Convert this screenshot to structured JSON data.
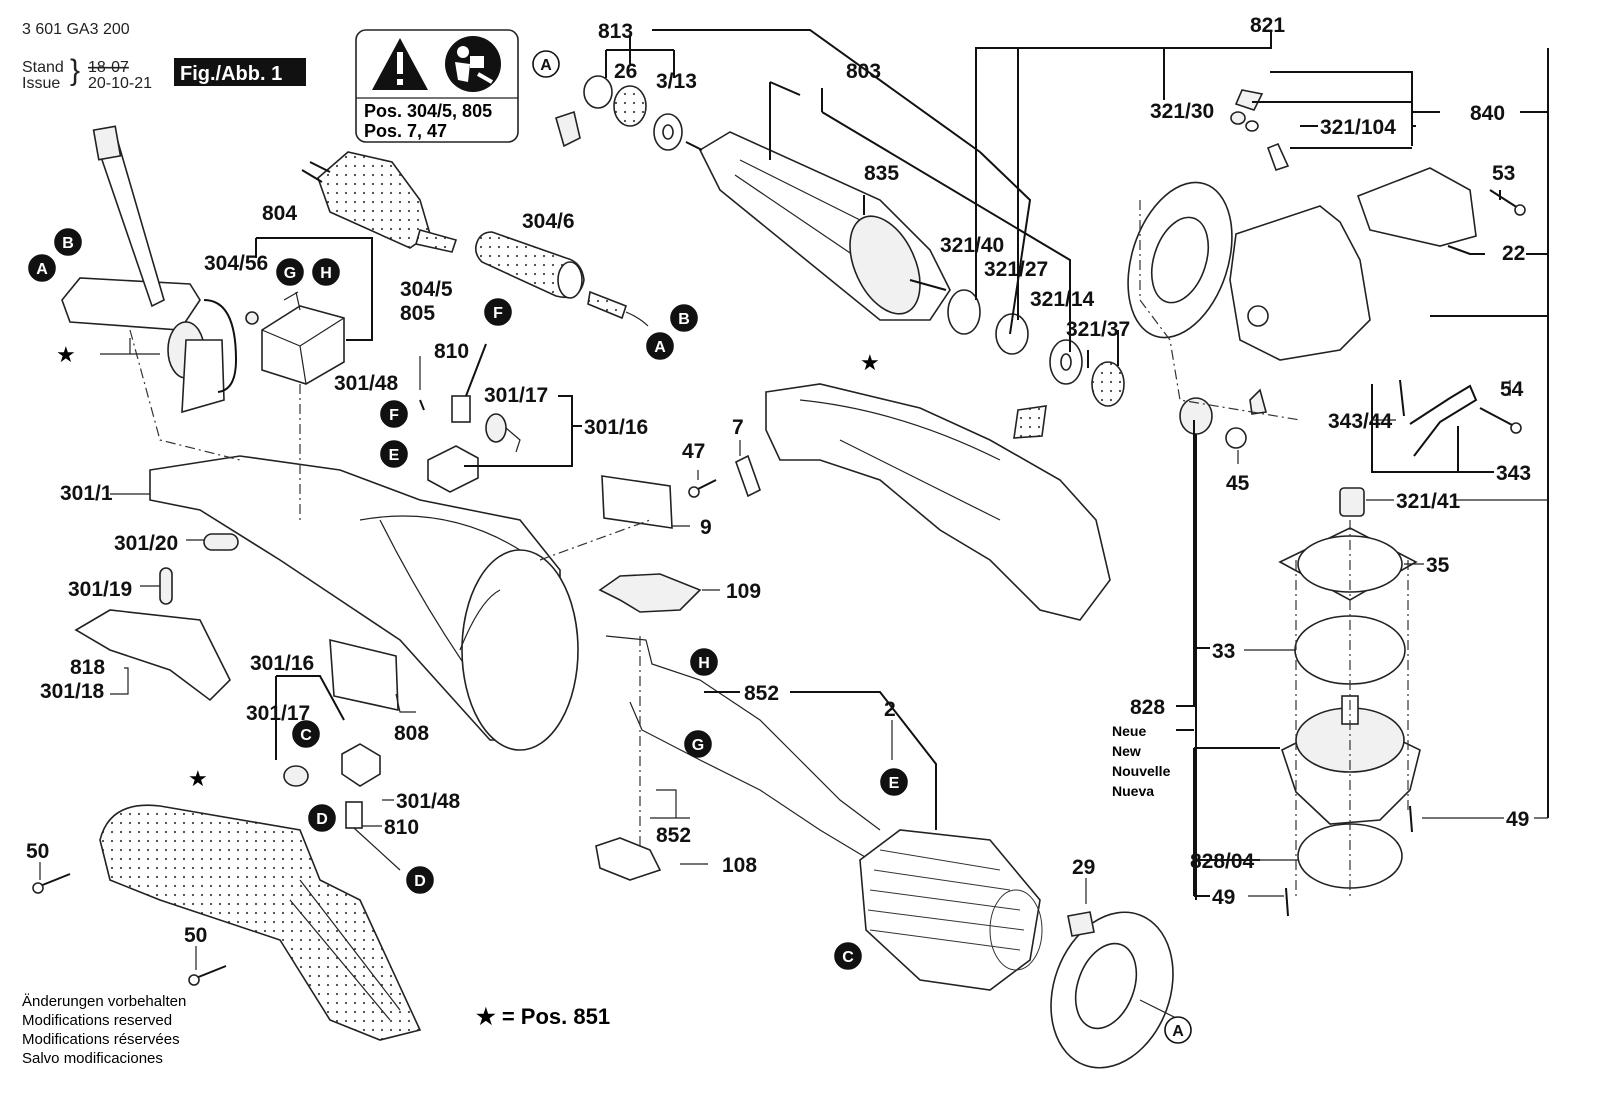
{
  "header": {
    "doc_number": "3 601 GA3 200",
    "stand_label": "Stand",
    "issue_label": "Issue",
    "stand_date_struck": "18-07",
    "issue_date": "20-10-21",
    "figure_label": "Fig./Abb. 1"
  },
  "warning_box": {
    "icons": [
      "warning-triangle-icon",
      "read-manual-icon"
    ],
    "line1": "Pos. 304/5, 805",
    "line2": "Pos. 7, 47"
  },
  "footer": {
    "notes": [
      "Änderungen vorbehalten",
      "Modifications reserved",
      "Modifications réservées",
      "Salvo modificaciones"
    ],
    "star_note": "★ = Pos. 851"
  },
  "new_label": [
    "Neue",
    "New",
    "Nouvelle",
    "Nueva"
  ],
  "labels": [
    {
      "id": "813",
      "text": "813"
    },
    {
      "id": "26",
      "text": "26"
    },
    {
      "id": "3-13",
      "text": "3/13"
    },
    {
      "id": "803",
      "text": "803"
    },
    {
      "id": "835",
      "text": "835"
    },
    {
      "id": "821",
      "text": "821"
    },
    {
      "id": "321-30",
      "text": "321/30"
    },
    {
      "id": "321-104",
      "text": "321/104"
    },
    {
      "id": "840",
      "text": "840"
    },
    {
      "id": "53",
      "text": "53"
    },
    {
      "id": "22",
      "text": "22"
    },
    {
      "id": "321-40",
      "text": "321/40"
    },
    {
      "id": "321-27",
      "text": "321/27"
    },
    {
      "id": "321-14",
      "text": "321/14"
    },
    {
      "id": "321-37",
      "text": "321/37"
    },
    {
      "id": "804",
      "text": "804"
    },
    {
      "id": "304-56",
      "text": "304/56"
    },
    {
      "id": "304-6",
      "text": "304/6"
    },
    {
      "id": "304-5",
      "text": "304/5"
    },
    {
      "id": "805",
      "text": "805"
    },
    {
      "id": "810a",
      "text": "810"
    },
    {
      "id": "301-48a",
      "text": "301/48"
    },
    {
      "id": "301-17a",
      "text": "301/17"
    },
    {
      "id": "301-16a",
      "text": "301/16"
    },
    {
      "id": "301-1",
      "text": "301/1"
    },
    {
      "id": "301-20",
      "text": "301/20"
    },
    {
      "id": "301-19",
      "text": "301/19"
    },
    {
      "id": "818",
      "text": "818"
    },
    {
      "id": "301-18",
      "text": "301/18"
    },
    {
      "id": "301-16b",
      "text": "301/16"
    },
    {
      "id": "301-17b",
      "text": "301/17"
    },
    {
      "id": "808",
      "text": "808"
    },
    {
      "id": "301-48b",
      "text": "301/48"
    },
    {
      "id": "810b",
      "text": "810"
    },
    {
      "id": "50a",
      "text": "50"
    },
    {
      "id": "50b",
      "text": "50"
    },
    {
      "id": "47",
      "text": "47"
    },
    {
      "id": "7",
      "text": "7"
    },
    {
      "id": "9",
      "text": "9"
    },
    {
      "id": "109",
      "text": "109"
    },
    {
      "id": "852a",
      "text": "852"
    },
    {
      "id": "852b",
      "text": "852"
    },
    {
      "id": "2",
      "text": "2"
    },
    {
      "id": "108",
      "text": "108"
    },
    {
      "id": "29",
      "text": "29"
    },
    {
      "id": "45",
      "text": "45"
    },
    {
      "id": "343-44",
      "text": "343/44"
    },
    {
      "id": "343",
      "text": "343"
    },
    {
      "id": "54",
      "text": "54"
    },
    {
      "id": "321-41",
      "text": "321/41"
    },
    {
      "id": "35",
      "text": "35"
    },
    {
      "id": "33",
      "text": "33"
    },
    {
      "id": "828",
      "text": "828"
    },
    {
      "id": "49a",
      "text": "49"
    },
    {
      "id": "828-04",
      "text": "828/04"
    },
    {
      "id": "49b",
      "text": "49"
    }
  ],
  "connectors": [
    {
      "id": "A",
      "style": "outline"
    },
    {
      "id": "A",
      "style": "filled"
    },
    {
      "id": "B",
      "style": "filled"
    },
    {
      "id": "G",
      "style": "filled"
    },
    {
      "id": "H",
      "style": "filled"
    },
    {
      "id": "F",
      "style": "filled"
    },
    {
      "id": "F",
      "style": "filled"
    },
    {
      "id": "E",
      "style": "filled"
    },
    {
      "id": "B",
      "style": "filled"
    },
    {
      "id": "A",
      "style": "filled"
    },
    {
      "id": "H",
      "style": "filled"
    },
    {
      "id": "G",
      "style": "filled"
    },
    {
      "id": "E",
      "style": "filled"
    },
    {
      "id": "C",
      "style": "filled"
    },
    {
      "id": "D",
      "style": "filled"
    },
    {
      "id": "D",
      "style": "filled"
    },
    {
      "id": "C",
      "style": "filled"
    },
    {
      "id": "A",
      "style": "outline"
    }
  ],
  "stars": [
    "★",
    "★",
    "★"
  ]
}
